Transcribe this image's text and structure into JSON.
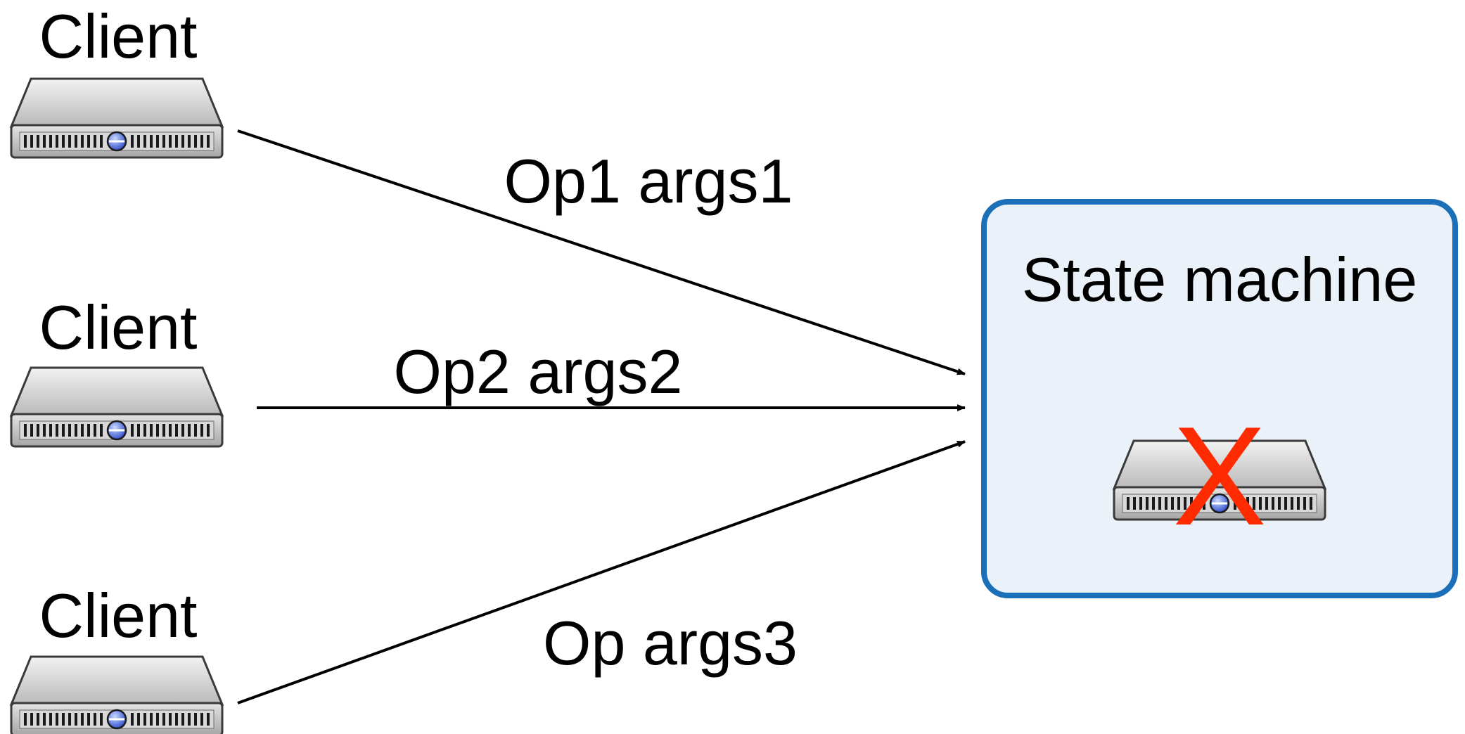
{
  "clients": [
    {
      "label": "Client",
      "icon": "server-icon"
    },
    {
      "label": "Client",
      "icon": "server-icon"
    },
    {
      "label": "Client",
      "icon": "server-icon"
    }
  ],
  "operations": [
    {
      "label": "Op1 args1"
    },
    {
      "label": "Op2 args2"
    },
    {
      "label": "Op args3"
    }
  ],
  "state_machine": {
    "title": "State machine",
    "server_icon": "server-icon",
    "failure_mark": "X",
    "border_color": "#1a6fb8",
    "fill_color": "#eaf1f8",
    "failure_color": "#ff2a00"
  }
}
